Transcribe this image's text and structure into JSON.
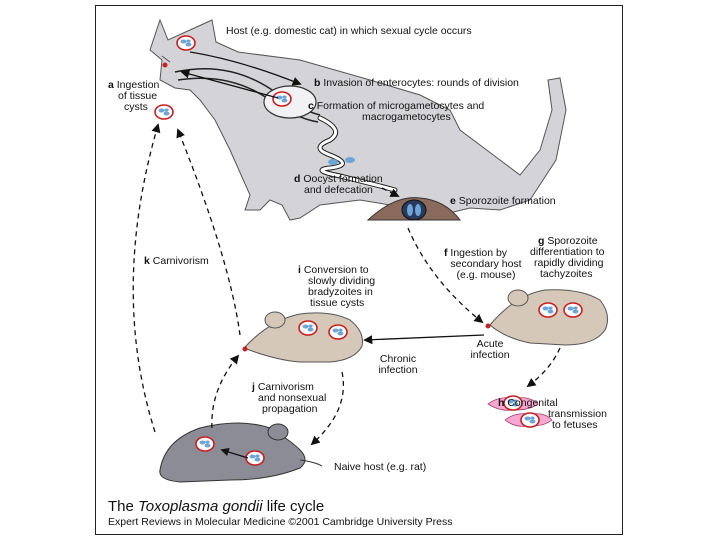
{
  "labels": {
    "host": "Host (e.g. domestic cat) in which sexual cycle occurs",
    "a_letter": "a",
    "a_text1": "Ingestion",
    "a_text2": "of tissue",
    "a_text3": "cysts",
    "b_letter": "b",
    "b_text": "Invasion of enterocytes: rounds of division",
    "c_letter": "c",
    "c_text1": "Formation of microgametocytes and",
    "c_text2": "macrogametocytes",
    "d_letter": "d",
    "d_text1": "Oocyst formation",
    "d_text2": "and defecation",
    "e_letter": "e",
    "e_text": "Sporozoite formation",
    "f_letter": "f",
    "f_text1": "Ingestion by",
    "f_text2": "secondary host",
    "f_text3": "(e.g. mouse)",
    "g_letter": "g",
    "g_text1": "Sporozoite",
    "g_text2": "differentiation to",
    "g_text3": "rapidly dividing",
    "g_text4": "tachyzoites",
    "h_letter": "h",
    "h_text1": "Congenital",
    "h_text2": "transmission",
    "h_text3": "to fetuses",
    "i_letter": "i",
    "i_text1": "Conversion to",
    "i_text2": "slowly dividing",
    "i_text3": "bradyzoites in",
    "i_text4": "tissue cysts",
    "j_letter": "j",
    "j_text1": "Carnivorism",
    "j_text2": "and nonsexual",
    "j_text3": "propagation",
    "k_letter": "k",
    "k_text": "Carnivorism",
    "acute1": "Acute",
    "acute2": "infection",
    "chronic1": "Chronic",
    "chronic2": "infection",
    "naive": "Naive host (e.g. rat)"
  },
  "caption": {
    "title_pre": "The ",
    "title_species": "Toxoplasma gondii",
    "title_post": " life cycle",
    "credit": "Expert Reviews in Molecular Medicine ©2001 Cambridge University Press"
  },
  "colors": {
    "cat": "#d4d4d8",
    "mouse": "#d6c8b8",
    "rat": "#8c8c96",
    "fetus": "#f7a8d2",
    "oocyst": "#8a6a5a",
    "cyst_blue": "#6ca6d8",
    "red": "#c82020"
  }
}
